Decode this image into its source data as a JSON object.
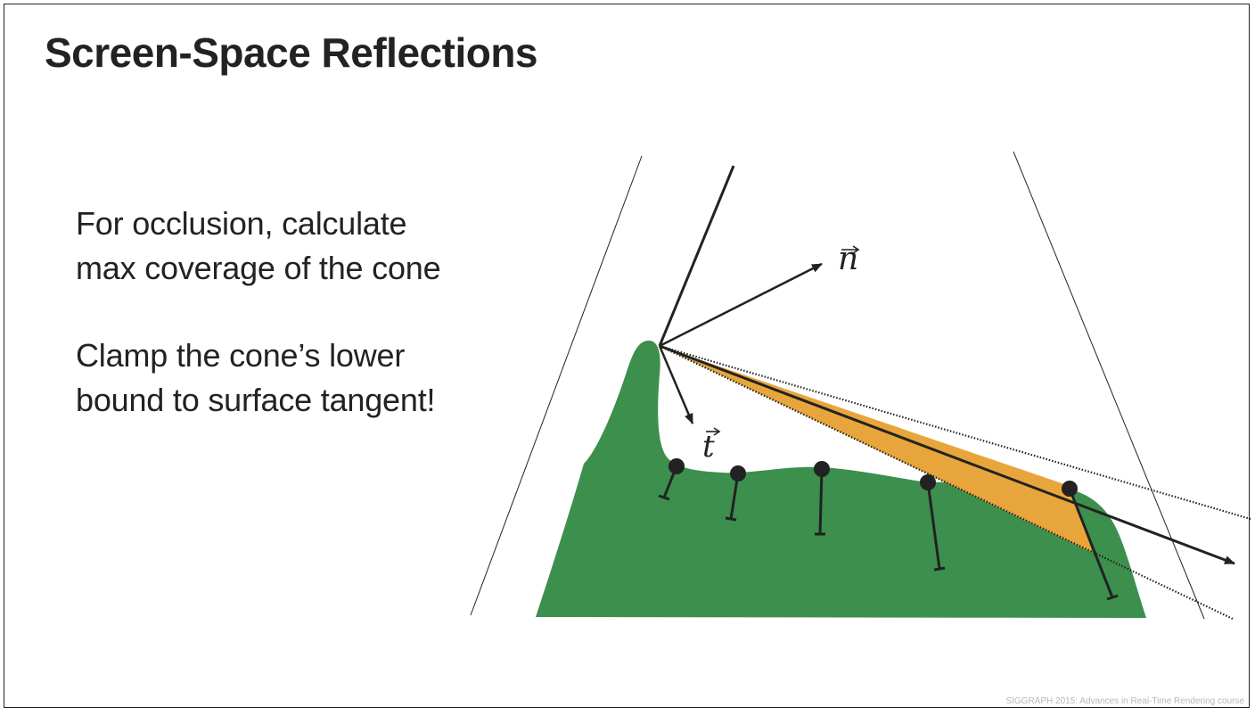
{
  "title": "Screen-Space Reflections",
  "bullets": [
    {
      "lines": [
        "For occlusion, calculate",
        "max coverage of the cone"
      ]
    },
    {
      "lines": [
        "Clamp the cone’s lower",
        "bound to surface tangent!"
      ]
    }
  ],
  "diagram": {
    "labels": {
      "normal": "n",
      "tangent": "t"
    },
    "colors": {
      "surface": "#3c8f4d",
      "cone_fill": "#e8a53b",
      "ink": "#222222"
    },
    "sample_point_count": 5
  },
  "footer": "SIGGRAPH 2015: Advances in Real-Time Rendering course"
}
